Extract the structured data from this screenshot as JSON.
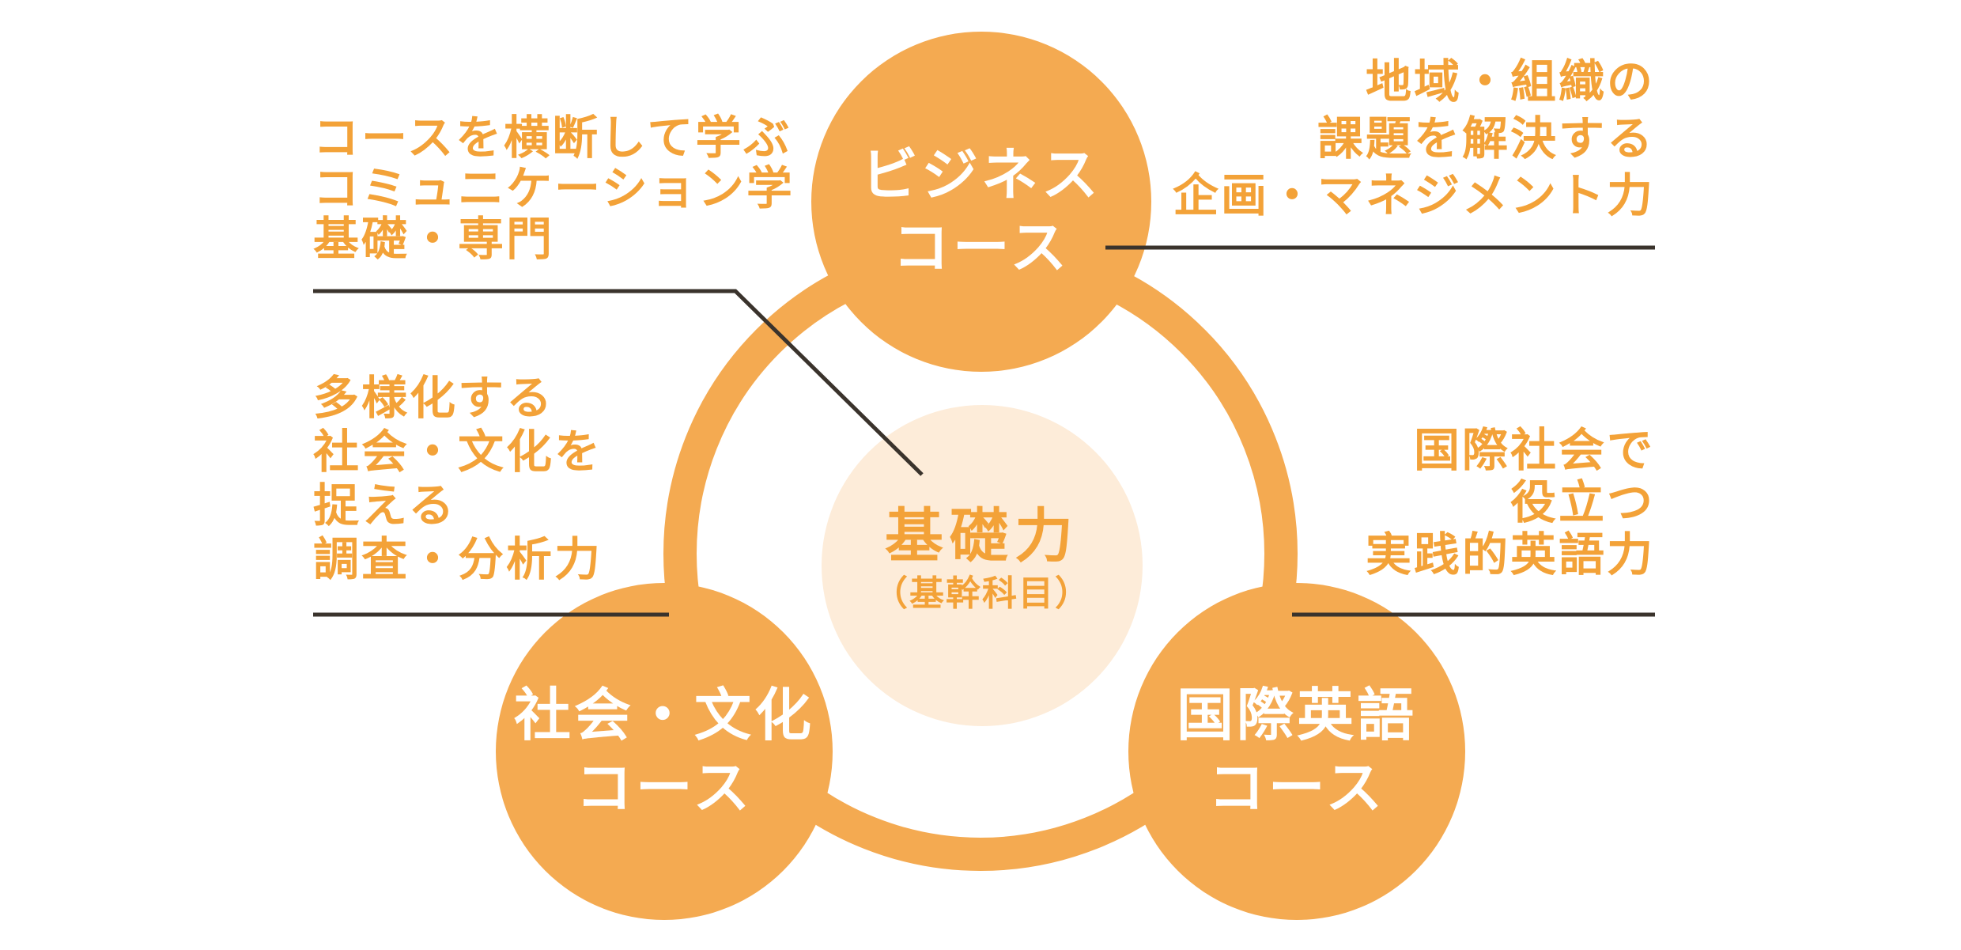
{
  "colors": {
    "circle_orange": "#F4AA51",
    "core_cream": "#FDECD9",
    "caption_orange": "#F3A238",
    "leader_line": "#3A332C",
    "circle_text": "#FFFFFF",
    "background": "#FFFFFF"
  },
  "core": {
    "title": "基礎力",
    "subtitle": "（基幹科目）"
  },
  "courses": {
    "business": {
      "line1": "ビジネス",
      "line2": "コース"
    },
    "society": {
      "line1": "社会・文化",
      "line2": "コース"
    },
    "english": {
      "line1": "国際英語",
      "line2": "コース"
    }
  },
  "annotations": {
    "top_left": {
      "lines": [
        "コースを横断して学ぶ",
        "コミュニケーション学",
        "基礎・専門"
      ]
    },
    "top_right": {
      "lines": [
        "地域・組織の",
        "課題を解決する",
        "企画・マネジメント力"
      ]
    },
    "mid_left": {
      "lines": [
        "多様化する",
        "社会・文化を",
        "捉える",
        "調査・分析力"
      ]
    },
    "mid_right": {
      "lines": [
        "国際社会で",
        "役立つ",
        "実践的英語力"
      ]
    }
  }
}
